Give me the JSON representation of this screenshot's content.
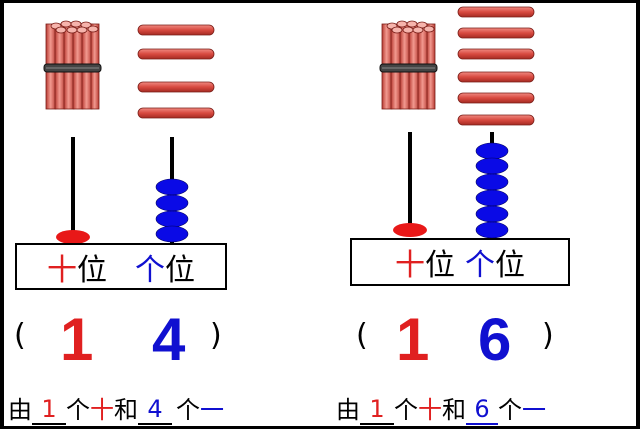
{
  "colors": {
    "tens": "#e02020",
    "ones": "#1010d0",
    "stick": "#d84a40",
    "background": "#ffffff"
  },
  "left": {
    "label": {
      "tens": "十",
      "ones": "个",
      "position": "位"
    },
    "bracket_open": "(",
    "bracket_close": ")",
    "tens_digit": "1",
    "ones_digit": "4",
    "sentence": {
      "you": "由",
      "tens_count": "1",
      "ge1": "个",
      "shi": "十",
      "he": "和",
      "ones_count": "4",
      "ge2": "个",
      "yi": "一"
    }
  },
  "right": {
    "label": {
      "tens": "十",
      "ones": "个",
      "position": "位"
    },
    "bracket_open": "(",
    "bracket_close": ")",
    "tens_digit": "1",
    "ones_digit": "6",
    "sentence": {
      "you": "由",
      "tens_count": "1",
      "ge1": "个",
      "shi": "十",
      "he": "和",
      "ones_count": "6",
      "ge2": "个",
      "yi": "一"
    }
  }
}
